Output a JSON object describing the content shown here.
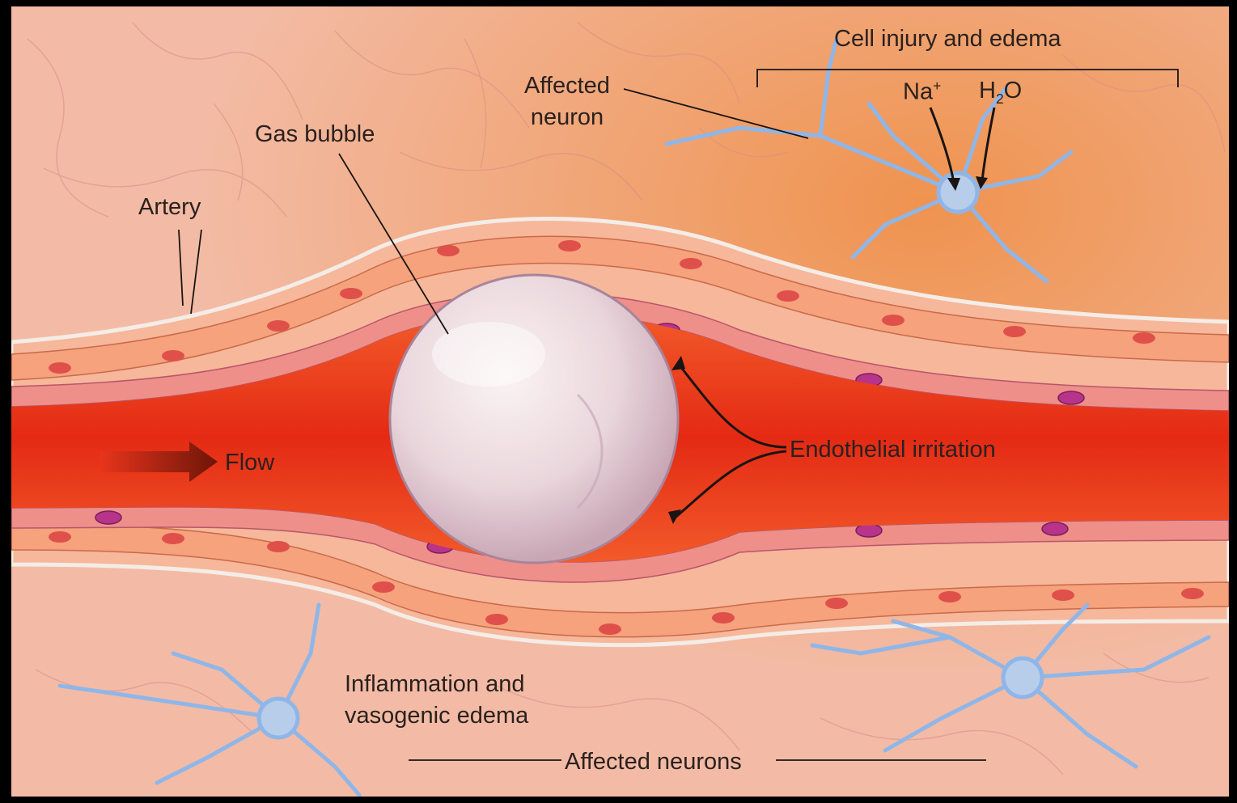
{
  "labels": {
    "cell_injury": "Cell injury and edema",
    "na": "Na",
    "na_charge": "+",
    "h2o_h": "H",
    "h2o_sub": "2",
    "h2o_o": "O",
    "affected_neuron_1": "Affected",
    "affected_neuron_2": "neuron",
    "gas_bubble": "Gas bubble",
    "artery": "Artery",
    "flow": "Flow",
    "endothelial": "Endothelial irritation",
    "inflammation_1": "Inflammation and",
    "inflammation_2": "vasogenic edema",
    "affected_neurons": "Affected neurons"
  },
  "colors": {
    "tissue": "#f2b79f",
    "tissue_orange": "#ec8a4e",
    "blood": "#e8341c",
    "muscle": "#f4a27c",
    "nucleus": "#e0504a",
    "endothelium_nucleus": "#b8348a",
    "neuron": "#8fb6e8",
    "bubble": "#e8d8dc"
  }
}
